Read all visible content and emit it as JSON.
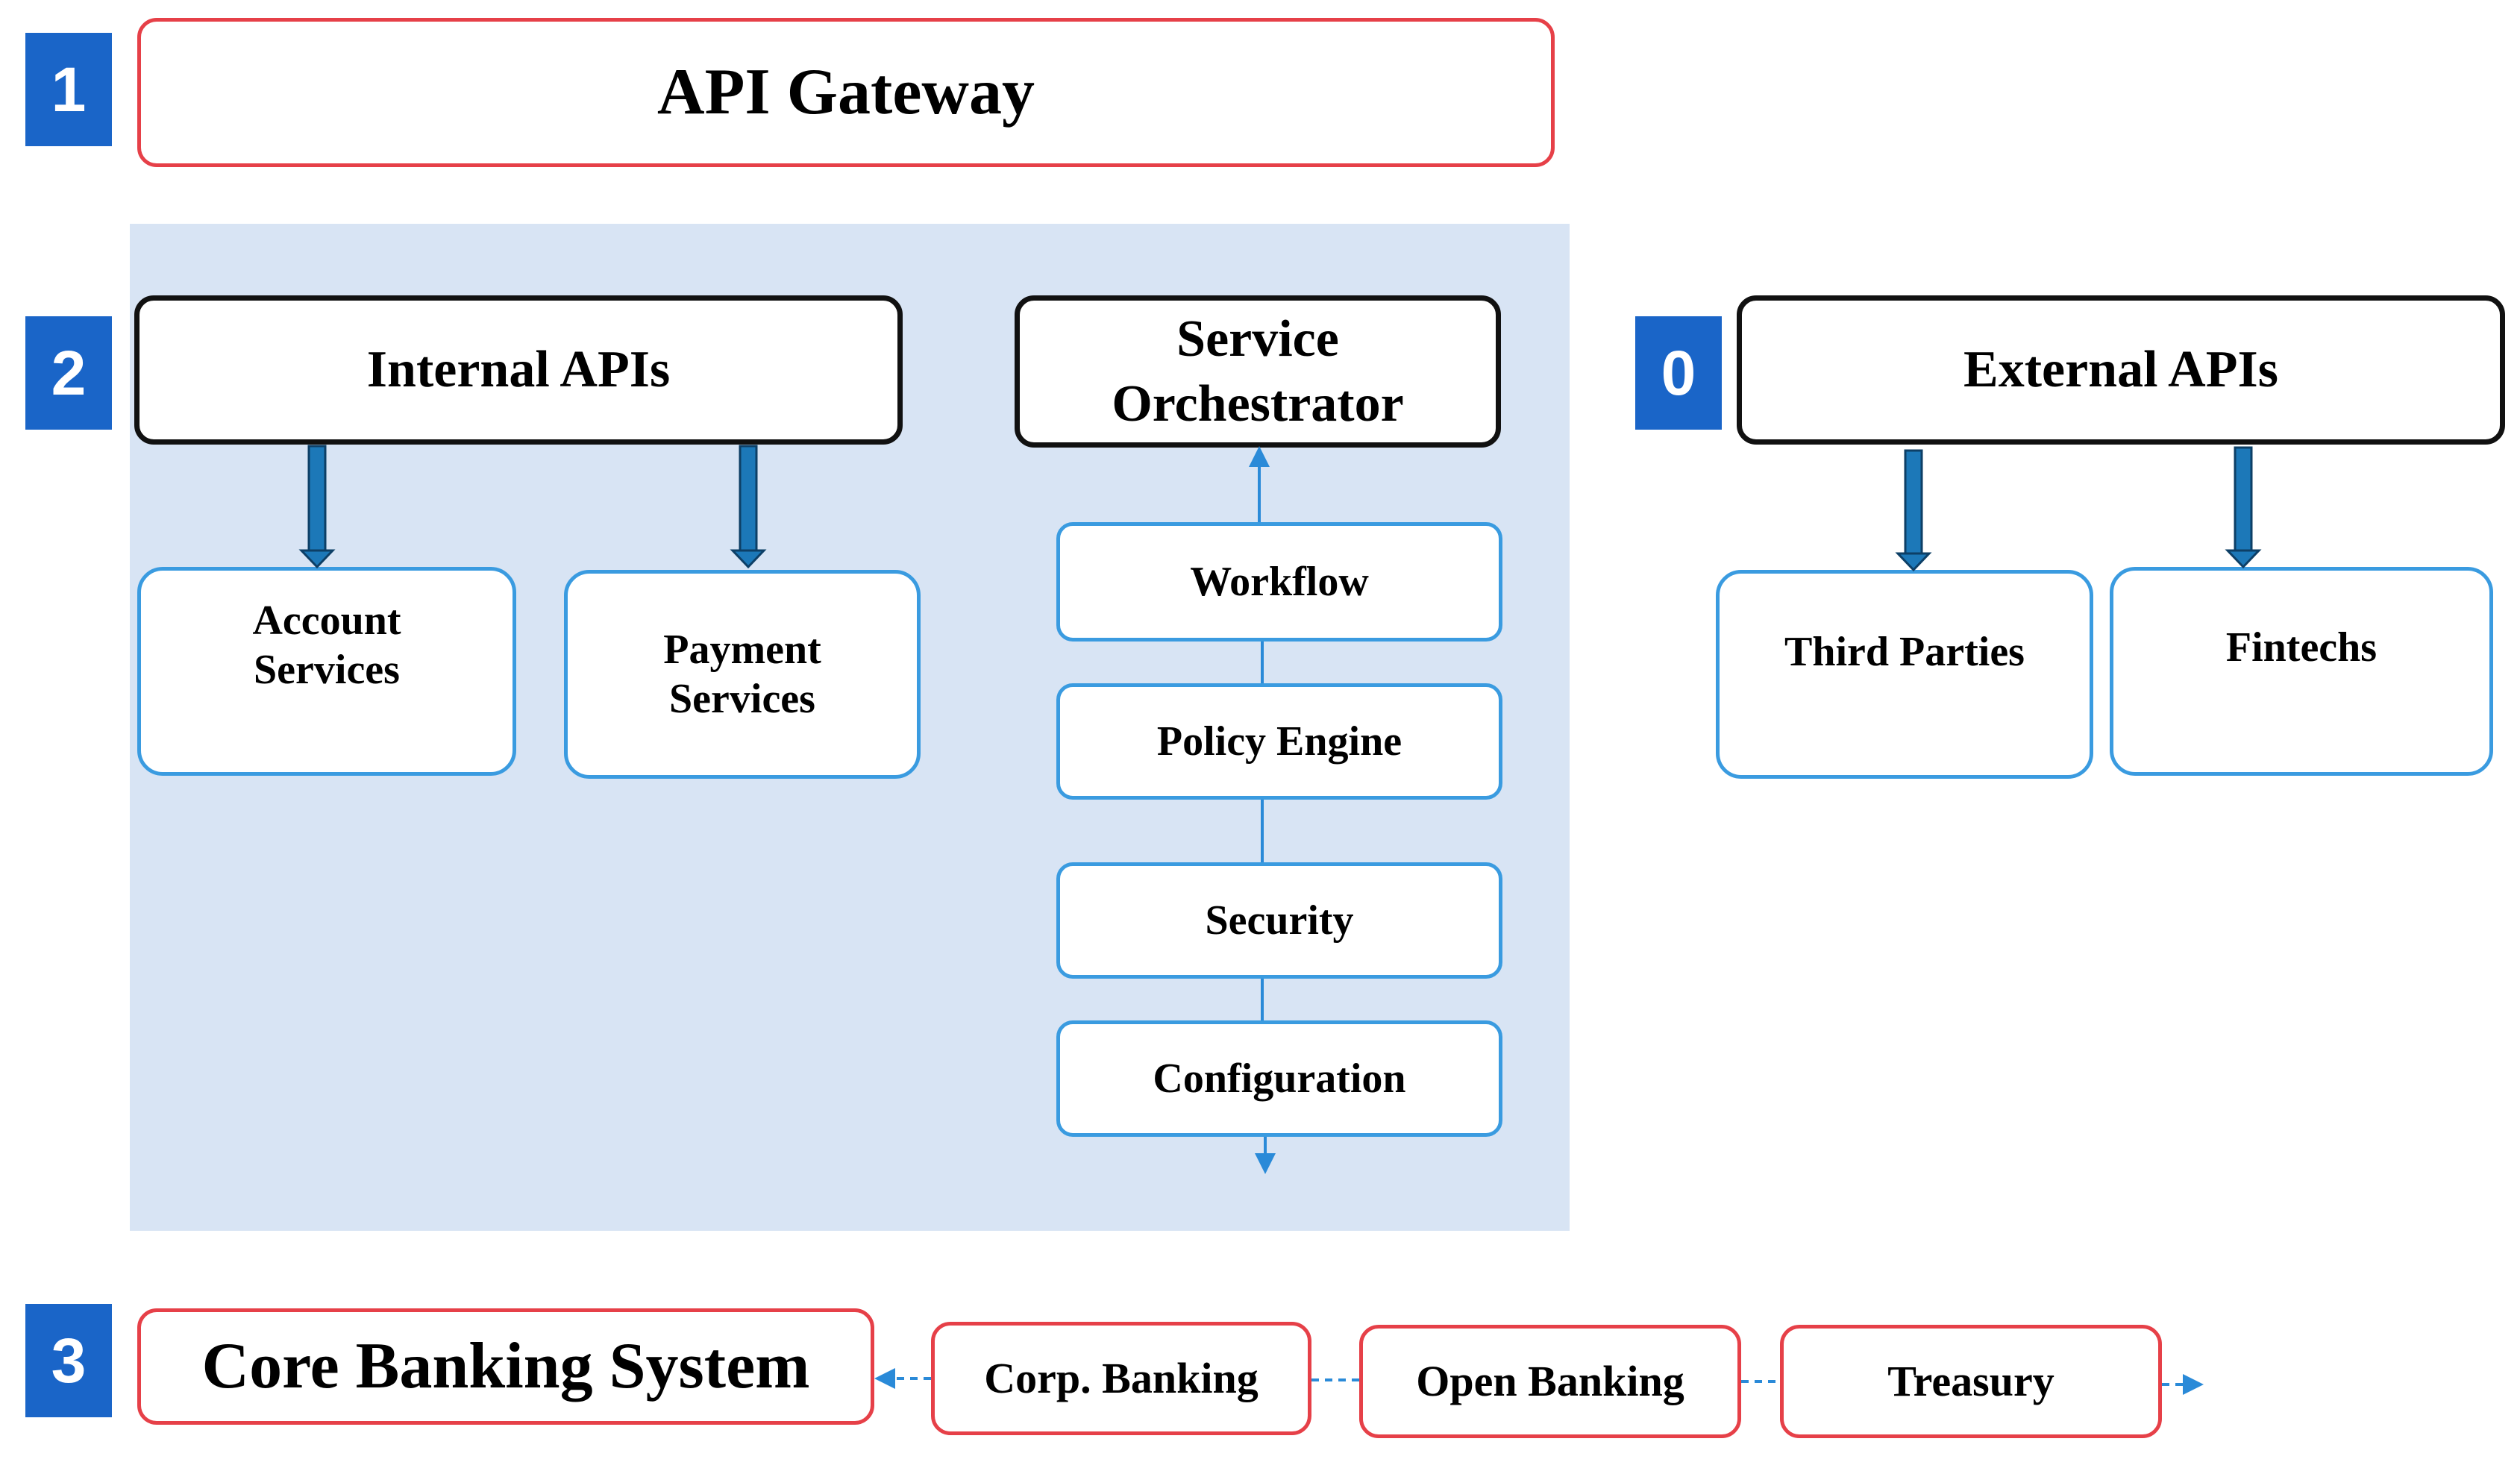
{
  "badges": {
    "b1": "1",
    "b2": "2",
    "b0": "0",
    "b3": "3"
  },
  "api_gateway": {
    "label": "API Gateway"
  },
  "internal_apis": {
    "label": "Internal APIs",
    "account_services": "Account\nServices",
    "payment_services": "Payment\nServices"
  },
  "service_orchestrator": {
    "label": "Service\nOrchestrator",
    "stack": [
      "Workflow",
      "Policy Engine",
      "Security",
      "Configuration"
    ]
  },
  "external_apis": {
    "label": "External APIs",
    "third_parties": "Third Parties",
    "fintechs": "Fintechs"
  },
  "core_banking": {
    "label": "Core Banking System",
    "chain": [
      "Corp. Banking",
      "Open Banking",
      "Treasury"
    ]
  },
  "colors": {
    "badge": "#1a65c8",
    "panel": "#d8e4f4",
    "red_border": "#e64048",
    "blue_border": "#3a9be0",
    "arrow": "#1c78b8"
  }
}
